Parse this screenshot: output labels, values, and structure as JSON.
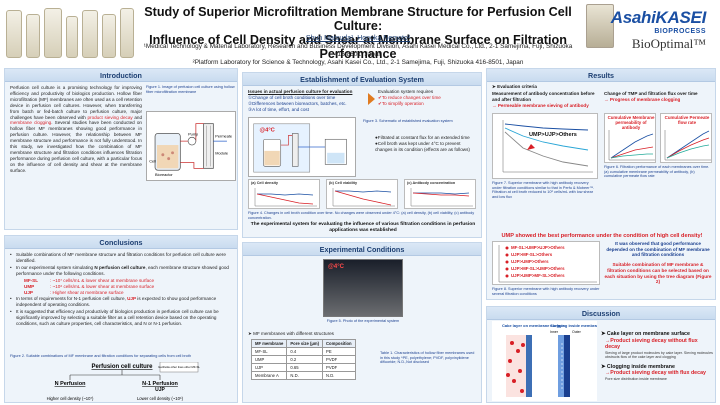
{
  "header": {
    "title_line1": "Study of Superior Microfiltration Membrane Structure for Perfusion Cell Culture:",
    "title_line2": "Influence of Cell Density and Shear at Membrane Surface on Filtration Performance",
    "authors": "Shun Matsuda¹, Honoka Nemoto²",
    "affil1": "¹Medical Technology & Material Laboratory, Research and Business Development Division, Asahi Kasei Medical Co., Ltd., 2-1 Samejima, Fuji, Shizuoka 416-8501, Japan",
    "affil2": "²Platform Laboratory for Science & Technology, Asahi Kasei Co., Ltd., 2-1 Samejima, Fuji, Shizuoka 416-8501, Japan",
    "logo_brand": "AsahiKASEI",
    "logo_sub": "BIOPROCESS",
    "logo_product": "BioOptimal™"
  },
  "intro": {
    "title": "Introduction",
    "p1": "Perfusion cell culture is a promising technology for improving efficiency and productivity of biologics production. Hollow fiber microfiltration (MF) membranes are often used as a cell retention device in perfusion cell cultures. However, when transferring from batch or fed-batch culture to perfusion culture, major challenges have been observed with",
    "p1_red1": "product sieving decay",
    "p1_and": "and",
    "p1_red2": "membrane clogging",
    "p1_end": ". Several studies have been conducted on hollow fiber MF membranes showing good performance in perfusion culture. However, the relationship between MF membrane structure and performance is not fully understood. In this study, we investigated how the combination of MF membrane structure and filtration conditions influences filtration performance during perfusion cell culture, with a particular focus on the influence of cell density and shear at the membrane surface.",
    "fig1_caption": "Figure 1. Image of perfusion cell culture using hollow fiber microfiltration membrane",
    "fig1_labels": {
      "pump": "Pump",
      "bioreactor": "Bioreactor",
      "permeate": "Permeate",
      "cell": "Cell",
      "module": "Module"
    }
  },
  "conclusions": {
    "title": "Conclusions",
    "b1": "Suitable combinations of MF membrane structure and filtration conditions for perfusion cell culture were identified.",
    "b2_a": "In our experimental system simulating",
    "b2_bold": "N perfusion cell culture",
    "b2_b": ", each membrane structure showed good performance under the following conditions.",
    "conds": [
      {
        "label": "MF-SL",
        "text": ": ~10⁷ cells/mL & lower shear at membrane surface"
      },
      {
        "label": "UMP",
        "text": ": ~10⁶ cells/mL & lower shear at membrane surface"
      },
      {
        "label": "UJP",
        "text": ": Higher shear at membrane surface"
      }
    ],
    "b3_a": "In terms of requirements for N-1 perfusion cell culture,",
    "b3_red": "UJP",
    "b3_b": "is expected to show good performance independent of operating conditions.",
    "b4": "It is suggested that efficiency and productivity of biologics production in perfusion cell culture can be significantly improved by selecting a suitable filter as a cell retention device based on the operating conditions, such as culture properties, cell characteristics, and N or N-1 perfusion.",
    "fig2_caption": "Figure 2. Suitable combinations of MF membrane and filtration conditions for separating cells from cell broth",
    "tree_root": "Perfusion cell culture",
    "tree_note": "Go/divide other lines other MF-SL",
    "tree_left": "N Perfusion",
    "tree_right": "N-1 Perfusion",
    "tree_right_sub": "UJP",
    "tree_left_leaf": "Higher cell density (~10⁷)",
    "tree_right_leaf": "Lower cell density (~10⁶)"
  },
  "evalsys": {
    "title": "Establishment of Evaluation System",
    "issues_title": "Issues in actual perfusion culture for evaluation",
    "issues": [
      "①Change of cell broth conditions over time",
      "②Differences between bioreactors, batches, etc.",
      "③A lot of time, effort, and cost"
    ],
    "req_title": "Evaluation system requires",
    "reqs": [
      "✔To reduce changes over time",
      "✔To simplify operation"
    ],
    "temp": "@4°C",
    "fig3_caption": "Figure 3. Schematic of established evaluation system",
    "bul1": "●Filtrated at constant flux for an extended time",
    "bul2": "●Cell broth was kept under 4°C to prevent changes in its condition (effects are as follows)",
    "charts": [
      {
        "title": "(a) Cell density"
      },
      {
        "title": "(b) Cell viability"
      },
      {
        "title": "(c) Antibody concentration"
      }
    ],
    "fig4_caption": "Figure 4. Changes in cell broth condition over time. No changes were observed under 4°C: (a) cell density, (b) cell viability, (c) antibody concentration.",
    "summary": "The experimental system for evaluating the influence of various filtration conditions in perfusion applications was established"
  },
  "expcond": {
    "title": "Experimental Conditions",
    "photo_tag": "@4°C",
    "fig5_caption": "Figure 5. Photo of the experimental system",
    "mf_label": "➤ MF membranes with different structures",
    "table_headers": [
      "MF membrane",
      "Pore size (μm)",
      "Composition"
    ],
    "table_rows": [
      [
        "MF-SL",
        "0.4",
        "PE"
      ],
      [
        "UMP",
        "0.2",
        "PVDF"
      ],
      [
        "UJP",
        "0.65",
        "PVDF"
      ],
      [
        "Membrane A",
        "N.D.",
        "N.D."
      ]
    ],
    "table_caption": "Table 1. Characteristics of hollow fiber membranes used in this study *PE, polyethylene; PVDF, polyvinylidene difluoride; N.D.,Not disclosed"
  },
  "results": {
    "title": "Results",
    "criteria": "➤ Evaluation criteria",
    "c1_title": "Measurement of antibody concentration before and after filtration",
    "c1_arrow": "→ Permeable membrane sieving of antibody",
    "c2_title": "Change of TMP and filtration flux over time",
    "c2_arrow": "→ Progress of membrane clogging",
    "g1_label": "UMP>UJP>Others",
    "g1_ylabel": "Sieving of antibody",
    "g1_xlabel": "Filtrate time (h)",
    "cum_sieve": "Cumulative Membrane permeability of antibody",
    "cum_flux": "Cumulative Permeate flow rate",
    "fig7_caption": "Figure 7. Superior membrane with high antibody recovery under filtration conditions similar to that in Perfu & Mobeer™. Filtration at cell broth reduced to 10⁶ cells/mL with low shear and low flux",
    "fig6_caption": "Figure 6. Filtration performance of each membranes over time. (a) cumulative membrane permeability of antibody, (b) cumulative permeate flow rate",
    "show": "UMP showed the best performance under the condition of high cell density!",
    "g2_items": [
      "MF-SL>UMP>UJP>Others",
      "UJP>MF-SL>Others",
      "UJP>UMP>Others",
      "UJP>MF-SL>UMP>Others",
      "UJP>UMP>MF-SL>Others"
    ],
    "fig8_caption": "Figure 8. Superior membrane with high antibody recovery under several filtration conditions",
    "obs": "It was observed that good performance depended on the combination of MF membrane and filtration conditions",
    "sugg": "Suitable combination of MF membrane & filtration conditions can be selected based on each situation by using the tree diagram (Figure 2)"
  },
  "discussion": {
    "title": "Discussion",
    "art_cake": "Cake layer on membrane surface",
    "art_clog": "Clogging inside membrane",
    "art_inner": "Inner",
    "art_outer": "Outer",
    "p1_head": "➤ Cake layer on membrane surface",
    "p1_red": "→Product sieving decay without flux decay",
    "p1_note": "Sieving of large product molecules by cake layer. Sieving molecules obstructs flow of the cake layer and clogging",
    "p2_head": "➤ Clogging inside membrane",
    "p2_red": "→Product sieving decay with flux decay",
    "p2_note": "Pore size distribution inside membrane"
  },
  "colors": {
    "panel_title": "#1d3f72",
    "accent_red": "#d81f26",
    "accent_blue": "#1a3f8f",
    "panel_bg": "#eef4fa"
  }
}
